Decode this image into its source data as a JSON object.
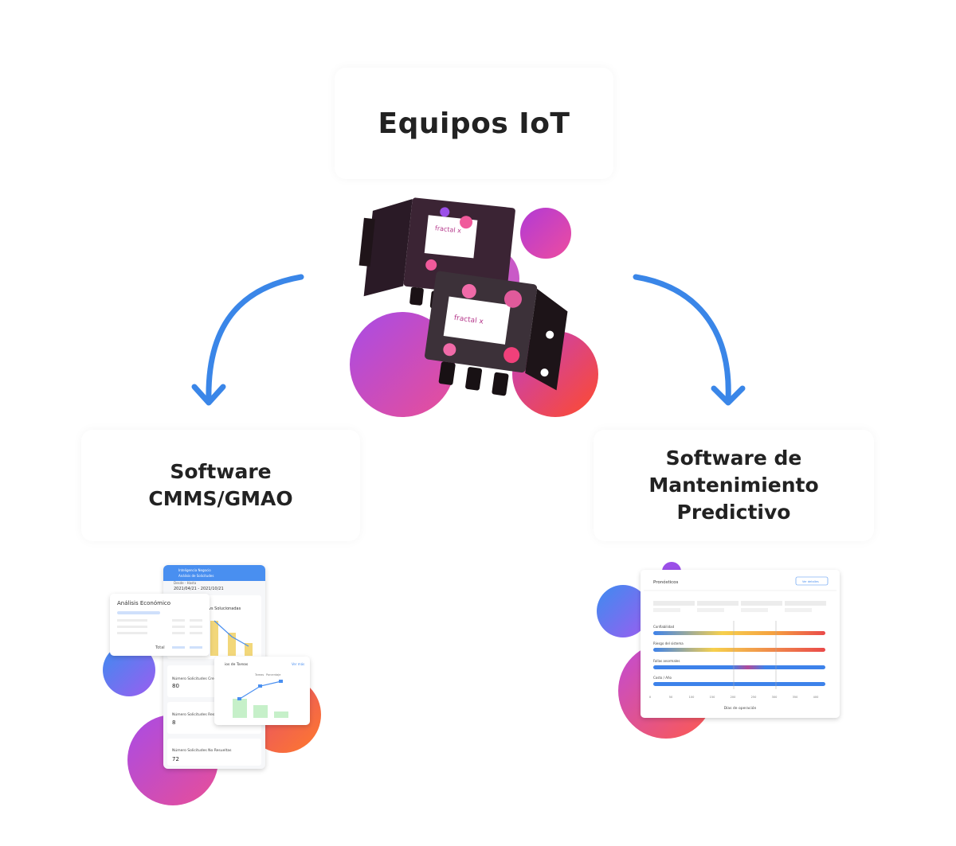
{
  "nodes": {
    "iot": {
      "title": "Equipos IoT"
    },
    "cmms": {
      "line1": "Software",
      "line2": "CMMS/GMAO"
    },
    "predictive": {
      "line1": "Software de",
      "line2": "Mantenimiento",
      "line3": "Predictivo"
    }
  },
  "device": {
    "brand": "fractal x"
  },
  "cmms_screenshot": {
    "header_line1": "Inteligencia Negocio",
    "header_line2": "Análisis de Solicitudes",
    "date_label": "Desde - Hasta",
    "date_range": "2021/04/21 - 2021/10/21",
    "panel_title": "Análisis Económico",
    "panel_total": "Total",
    "chart_title": "vs Solucionadas",
    "chart2_title": "ios de Tareas",
    "chart2_link": "Ver más",
    "chart2_legend_a": "Tareas",
    "chart2_legend_b": "Porcentaje",
    "stat1_label": "Número Solicitudes Cre",
    "stat1_value": "80",
    "stat2_label": "Número Solicitudes Res",
    "stat2_value": "8",
    "stat3_label": "Número Solicitudes No Resueltas",
    "stat3_value": "72"
  },
  "predictive_screenshot": {
    "title": "Pronósticos",
    "button": "Ver detalles",
    "rows": [
      "Confiabilidad",
      "Riesgo del sistema",
      "Fallas anormales",
      "Costo / Año"
    ],
    "x_ticks": [
      "0",
      "50",
      "100",
      "150",
      "200",
      "250",
      "300",
      "350",
      "400"
    ],
    "x_label": "Días de operación"
  },
  "colors": {
    "arrow": "#3a86e8",
    "bubble_purple": "#8a3ee0",
    "bubble_pink": "#d24fb3",
    "bubble_red": "#ff3a3a",
    "device_body": "#3a2530"
  }
}
